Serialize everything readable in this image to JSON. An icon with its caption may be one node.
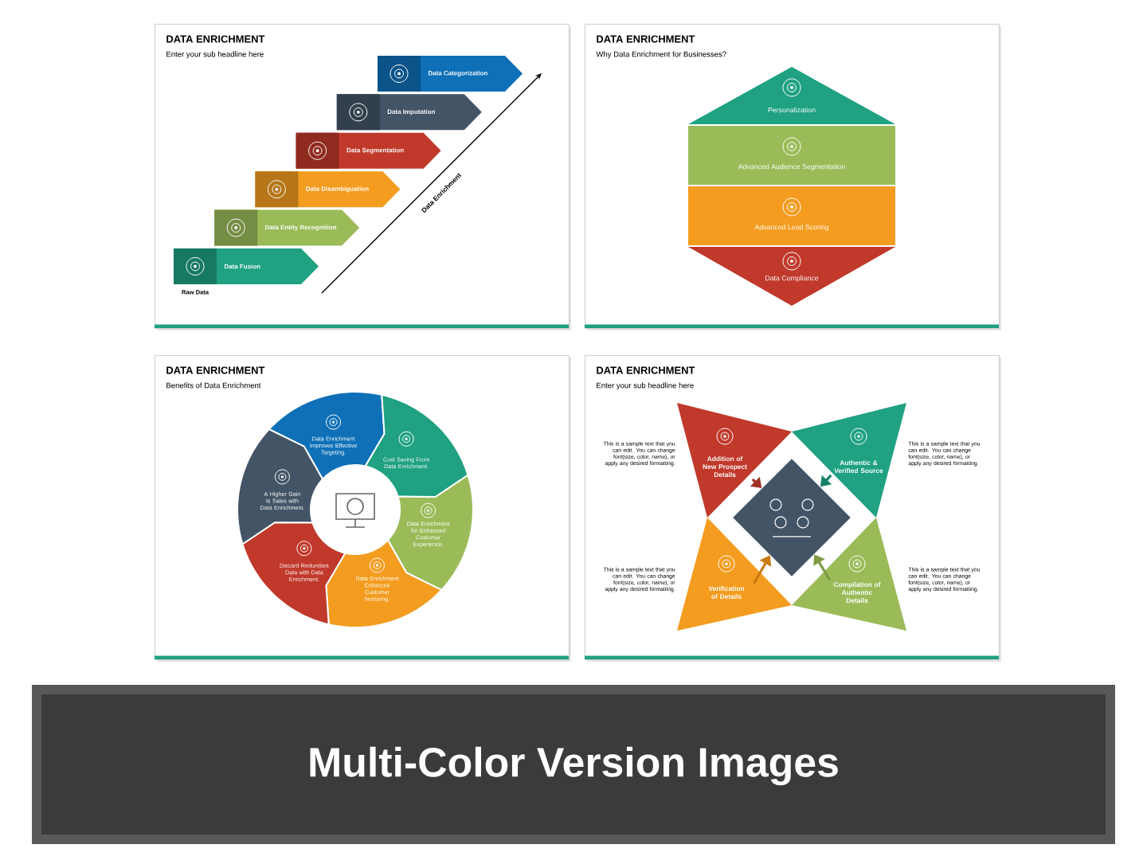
{
  "diagram": {
    "nodes": [
      {
        "text": [
          "DATA ENRICHMENT",
          "Enter your sub headline here"
        ]
      },
      {
        "text": [
          "Data Categorization"
        ],
        "in": 0
      },
      {
        "text": [
          "Data Imputation"
        ],
        "in": 0
      },
      {
        "text": [
          "Data Segmentation"
        ],
        "in": 0
      },
      {
        "text": [
          "Data Disambiguation"
        ],
        "in": 0
      },
      {
        "text": [
          "Data Entity Recognition"
        ],
        "in": 0
      },
      {
        "text": [
          "Data Fusion"
        ],
        "in": 0,
        "beside": [
          "Raw Data"
        ]
      },
      {
        "text": [
          "DATA ENRICHMENT",
          "Why Data Enrichment for Businesses?"
        ]
      },
      {
        "text": [
          "Personalization"
        ],
        "in": 7
      },
      {
        "text": [
          "Advanced Audience Segmentation"
        ],
        "in": 7
      },
      {
        "text": [
          "Advanced Lead Scoring"
        ],
        "in": 7
      },
      {
        "text": [
          "Data Compliance"
        ],
        "in": 7
      },
      {
        "text": [
          "DATA ENRICHMENT",
          "Benefits of Data Enrichment"
        ]
      },
      {
        "text": [
          "Data Enrichment Improves Effective Targeting."
        ],
        "in": 12
      },
      {
        "text": [
          "Cost Saving From Data Enrichment."
        ],
        "in": 12
      },
      {
        "text": [
          "Data Enrichment for Enhanced Customer Experience."
        ],
        "in": 12
      },
      {
        "text": [
          "Data Enrichment Enhances Customer Nurturing."
        ],
        "in": 12
      },
      {
        "text": [
          "Discard Redundant Data with Data Enrichment."
        ],
        "in": 12
      },
      {
        "text": [
          "A Higher Gain Is Sales with Data Enrichment."
        ],
        "in": 12
      },
      {
        "text": [],
        "shape": "circle",
        "in": 12
      },
      {
        "text": [
          "DATA ENRICHMENT",
          "Enter your sub headline here"
        ]
      },
      {
        "text": [
          "Addition of New Prospect Details"
        ],
        "in": 20,
        "beside": [
          "This is a sample text that you can edit. You can change font(size, color, name), or apply any desired formatting."
        ]
      },
      {
        "text": [
          "Authentic & Verified Source"
        ],
        "in": 20,
        "beside": [
          "This is a sample text that you can edit. You can change font(size, color, name), or apply any desired formatting."
        ]
      },
      {
        "text": [],
        "shape": "diamond",
        "in": 20
      },
      {
        "text": [
          "Verification of Details"
        ],
        "in": 20,
        "beside": [
          "This is a sample text that you can edit. You can change font(size, color, name), or apply any desired formatting."
        ]
      },
      {
        "text": [
          "Compilation of Authentic Details"
        ],
        "in": 20,
        "beside": [
          "This is a sample text that you can edit. You can change font(size, color, name), or apply any desired formatting."
        ]
      },
      {
        "text": [
          "Multi-Color Version Images"
        ]
      }
    ],
    "edges": [
      {
        "from": 21,
        "to": 23,
        "arrow": "to",
        "color": "#a02f24"
      },
      {
        "from": 22,
        "to": 23,
        "arrow": "to",
        "color": "#17806a"
      },
      {
        "from": 24,
        "to": 23,
        "arrow": "to",
        "color": "#c97a12"
      },
      {
        "from": 25,
        "to": 23,
        "arrow": "to",
        "color": "#7d9a44"
      }
    ],
    "labels": [
      "Data Enrichment"
    ]
  }
}
